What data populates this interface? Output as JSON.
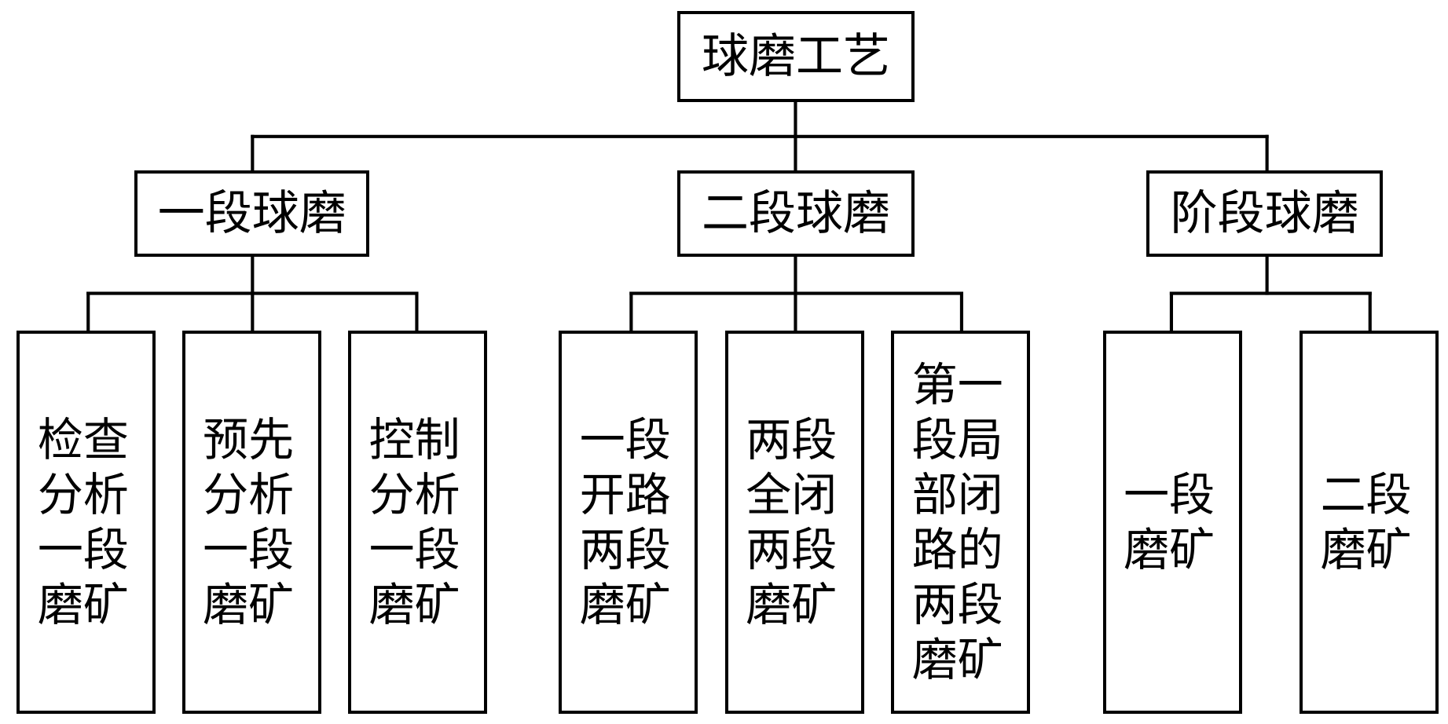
{
  "diagram": {
    "root": {
      "label": "球磨工艺"
    },
    "branches": [
      {
        "label": "一段球磨",
        "children": [
          {
            "label": "检查分析一段磨矿"
          },
          {
            "label": "预先分析一段磨矿"
          },
          {
            "label": "控制分析一段磨矿"
          }
        ]
      },
      {
        "label": "二段球磨",
        "children": [
          {
            "label": "一段开路两段磨矿"
          },
          {
            "label": "两段全闭两段磨矿"
          },
          {
            "label": "第一段局部闭路的两段磨矿"
          }
        ]
      },
      {
        "label": "阶段球磨",
        "children": [
          {
            "label": "一段磨矿"
          },
          {
            "label": "二段磨矿"
          }
        ]
      }
    ],
    "colors": {
      "line": "#000000",
      "background": "#ffffff",
      "text": "#000000"
    }
  }
}
